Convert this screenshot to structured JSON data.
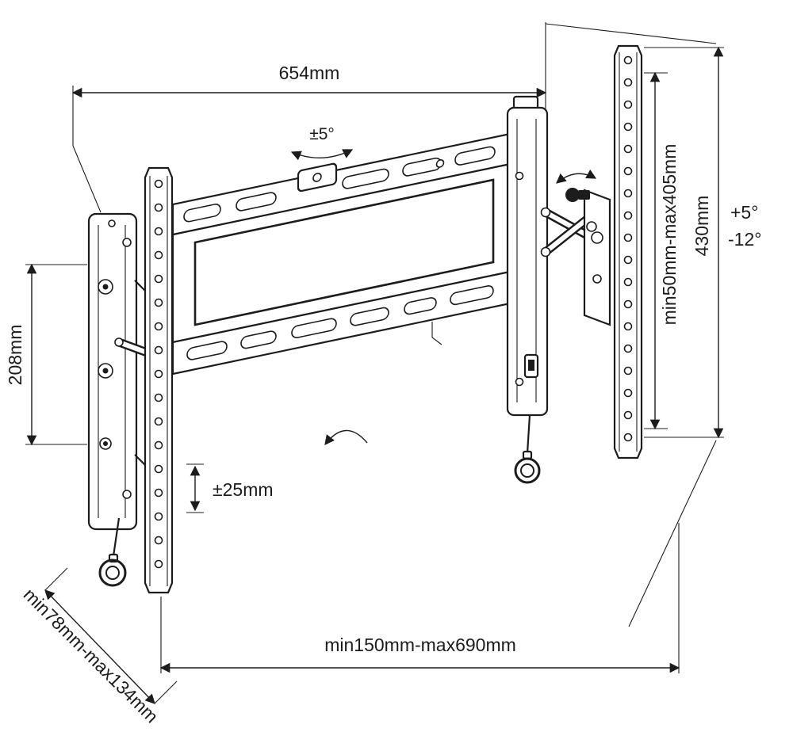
{
  "diagram": {
    "colors": {
      "line": "#1c1c1c",
      "background": "#ffffff"
    },
    "labels": {
      "top_width": "654mm",
      "top_tilt": "±5°",
      "left_height": "208mm",
      "right_hole_range": "min50mm-max405mm",
      "right_total_height": "430mm",
      "tilt_up": "+5°",
      "tilt_down": "-12°",
      "vertical_shift": "±25mm",
      "bottom_range": "min150mm-max690mm",
      "depth_range": "min78mm-max134mm"
    }
  }
}
